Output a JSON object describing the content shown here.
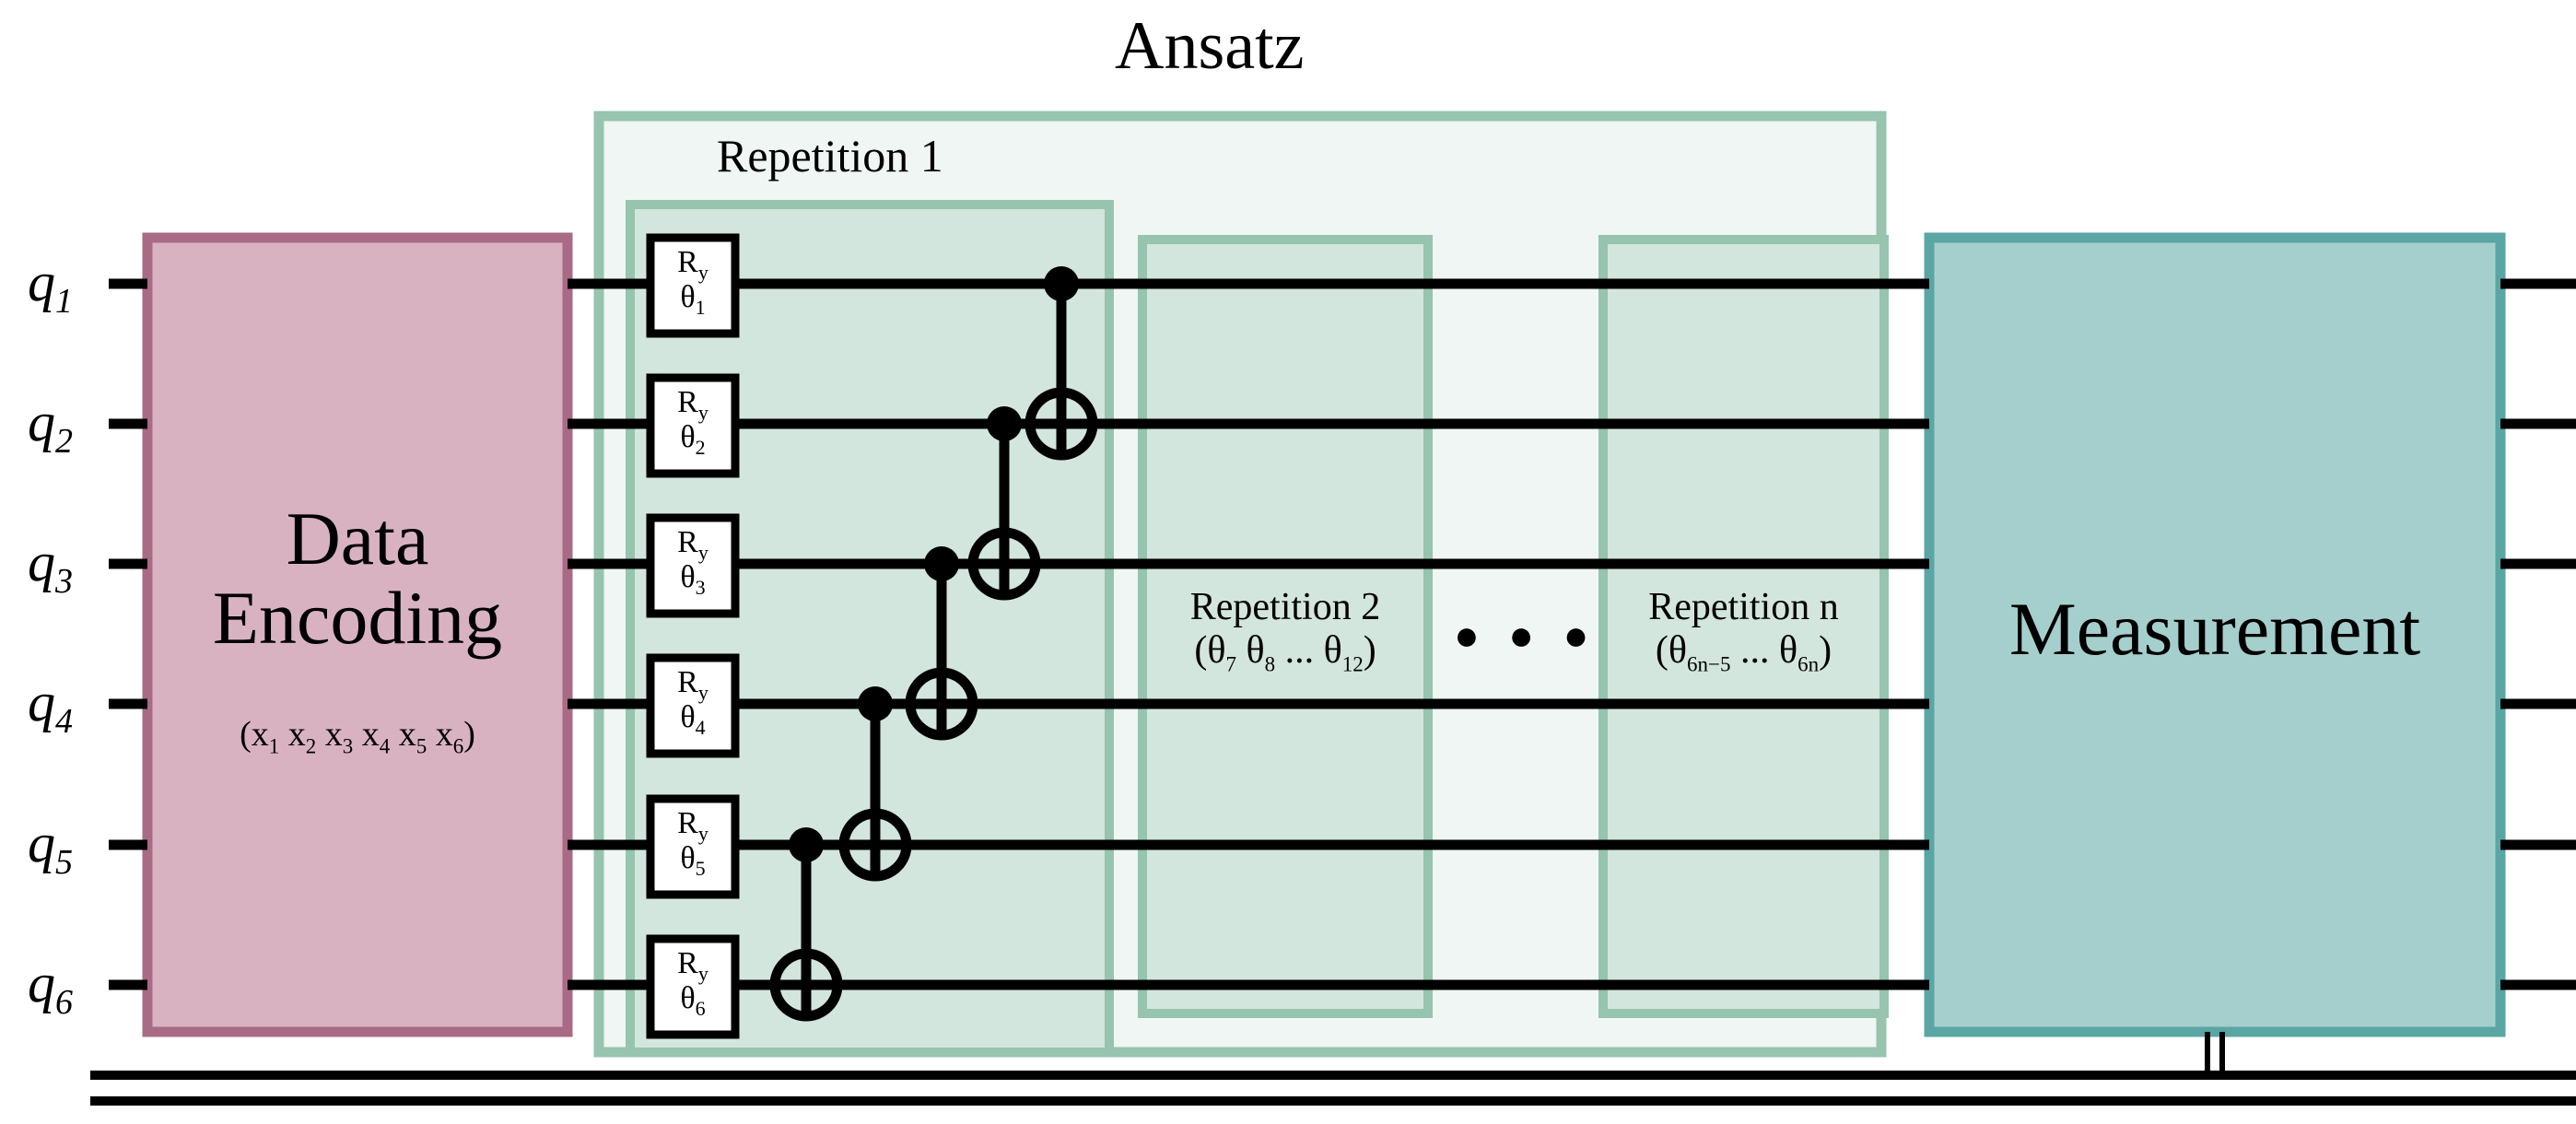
{
  "diagram": {
    "title": "Ansatz",
    "qubit_labels": [
      "q1",
      "q2",
      "q3",
      "q4",
      "q5",
      "q6"
    ],
    "qubit_label_base": "q",
    "qubit_label_subs": [
      "1",
      "2",
      "3",
      "4",
      "5",
      "6"
    ],
    "encoding_block": {
      "line1": "Data",
      "line2": "Encoding",
      "params": "(x1 x2 x3 x4 x5 x6)",
      "param_base": "x",
      "param_subs": [
        "1",
        "2",
        "3",
        "4",
        "5",
        "6"
      ],
      "fill": "#d9b2c2",
      "stroke": "#a96a86"
    },
    "ansatz_block": {
      "label": "Ansatz",
      "fill": "#eff6f3",
      "stroke": "#96c4ae"
    },
    "repetition1": {
      "title": "Repetition 1",
      "fill": "#d2e6dd",
      "stroke": "#96c4ae",
      "gates": [
        {
          "wire": 1,
          "name": "Ry",
          "letter": "R",
          "sub": "y",
          "theta": "θ",
          "index": "1"
        },
        {
          "wire": 2,
          "name": "Ry",
          "letter": "R",
          "sub": "y",
          "theta": "θ",
          "index": "2"
        },
        {
          "wire": 3,
          "name": "Ry",
          "letter": "R",
          "sub": "y",
          "theta": "θ",
          "index": "3"
        },
        {
          "wire": 4,
          "name": "Ry",
          "letter": "R",
          "sub": "y",
          "theta": "θ",
          "index": "4"
        },
        {
          "wire": 5,
          "name": "Ry",
          "letter": "R",
          "sub": "y",
          "theta": "θ",
          "index": "5"
        },
        {
          "wire": 6,
          "name": "Ry",
          "letter": "R",
          "sub": "y",
          "theta": "θ",
          "index": "6"
        }
      ],
      "cnots": [
        {
          "control": 5,
          "target": 6
        },
        {
          "control": 4,
          "target": 5
        },
        {
          "control": 3,
          "target": 4
        },
        {
          "control": 2,
          "target": 3
        },
        {
          "control": 1,
          "target": 2
        }
      ]
    },
    "repetition2": {
      "title": "Repetition 2",
      "params_prefix": "(",
      "params": "(θ7 θ8 ... θ12)",
      "theta": "θ",
      "sub_a": "7",
      "sub_b": "8",
      "ellipsis": "...",
      "sub_c": "12",
      "fill": "#d2e6dd",
      "stroke": "#96c4ae"
    },
    "repetition_n": {
      "title": "Repetition n",
      "params": "(θ6n−5 ... θ6n)",
      "theta": "θ",
      "sub_a": "6n−5",
      "ellipsis": "...",
      "sub_b": "6n",
      "fill": "#d2e6dd",
      "stroke": "#96c4ae"
    },
    "ellipsis_dots": "● ● ●",
    "measurement_block": {
      "label": "Measurement",
      "fill": "#a5cfcd",
      "stroke": "#5aa6a4"
    },
    "classical_register": {
      "label": "classical-bus",
      "color": "#000000"
    },
    "wire_color": "#000000",
    "gate_box_fill": "#ffffff",
    "gate_box_stroke": "#000000"
  }
}
